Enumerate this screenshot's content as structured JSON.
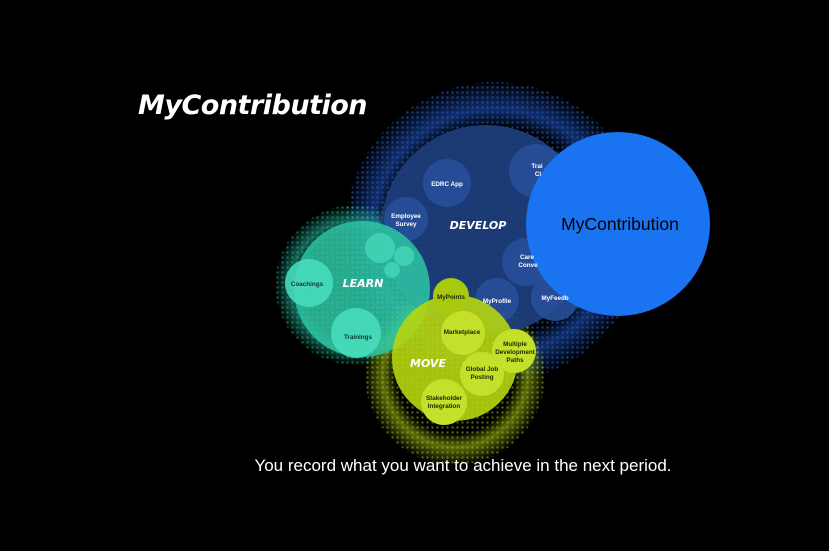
{
  "title": "MyContribution",
  "caption": "You record what you want to achieve in the next period.",
  "colors": {
    "background": "#000000",
    "develop": "#1c3d7a",
    "learn": "#2ec7a4",
    "move": "#b6d60f",
    "contribution": "#1a73f0"
  },
  "categories": {
    "develop": "DEVELOP",
    "learn": "LEARN",
    "move": "MOVE"
  },
  "focus": "MyContribution",
  "items": {
    "edrc_app": "EDRC App",
    "employee_survey": [
      "Employee",
      "Survey"
    ],
    "trainings_top": [
      "Trai",
      "Cl"
    ],
    "career_conversations": [
      "Care",
      "Conve"
    ],
    "my_profile": "MyProfile",
    "my_feedback": "MyFeedb",
    "coachings": "Coachings",
    "trainings": "Trainings",
    "my_points": "MyPoints",
    "marketplace": "Marketplace",
    "multiple_development_paths": [
      "Multiple",
      "Development",
      "Paths"
    ],
    "global_job_posting": [
      "Global Job",
      "Posting"
    ],
    "stakeholder_integration": [
      "Stakeholder",
      "Integration"
    ]
  }
}
